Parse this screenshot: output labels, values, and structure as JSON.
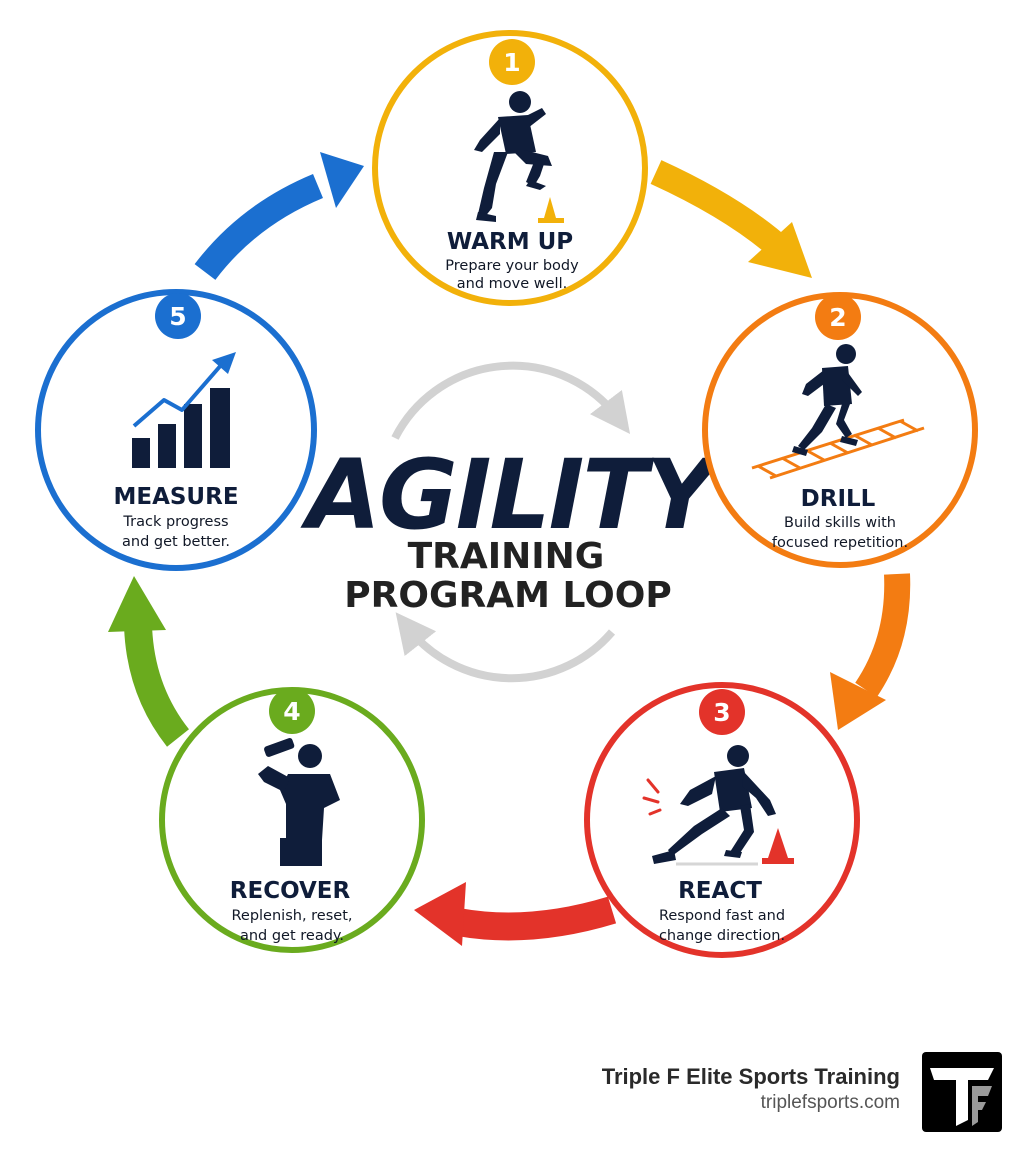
{
  "diagram": {
    "center": {
      "title": "AGILITY",
      "subtitle_line1": "TRAINING",
      "subtitle_line2": "PROGRAM LOOP"
    },
    "steps": [
      {
        "number": "1",
        "title": "WARM UP",
        "desc_line1": "Prepare your body",
        "desc_line2": "and move well.",
        "color": "#f2b10a",
        "icon": "runner-high-knee-icon"
      },
      {
        "number": "2",
        "title": "DRILL",
        "desc_line1": "Build skills with",
        "desc_line2": "focused repetition.",
        "color": "#f37c12",
        "icon": "agility-ladder-icon"
      },
      {
        "number": "3",
        "title": "REACT",
        "desc_line1": "Respond fast and",
        "desc_line2": "change direction.",
        "color": "#e3332a",
        "icon": "cone-cut-icon"
      },
      {
        "number": "4",
        "title": "RECOVER",
        "desc_line1": "Replenish, reset,",
        "desc_line2": "and get ready.",
        "color": "#6aab1e",
        "icon": "drinking-athlete-icon"
      },
      {
        "number": "5",
        "title": "MEASURE",
        "desc_line1": "Track progress",
        "desc_line2": "and get better.",
        "color": "#1b6fd0",
        "icon": "growth-chart-icon"
      }
    ]
  },
  "footer": {
    "brand_name": "Triple F Elite Sports Training",
    "brand_url": "triplefsports.com",
    "logo_icon": "tf-logo-icon"
  }
}
